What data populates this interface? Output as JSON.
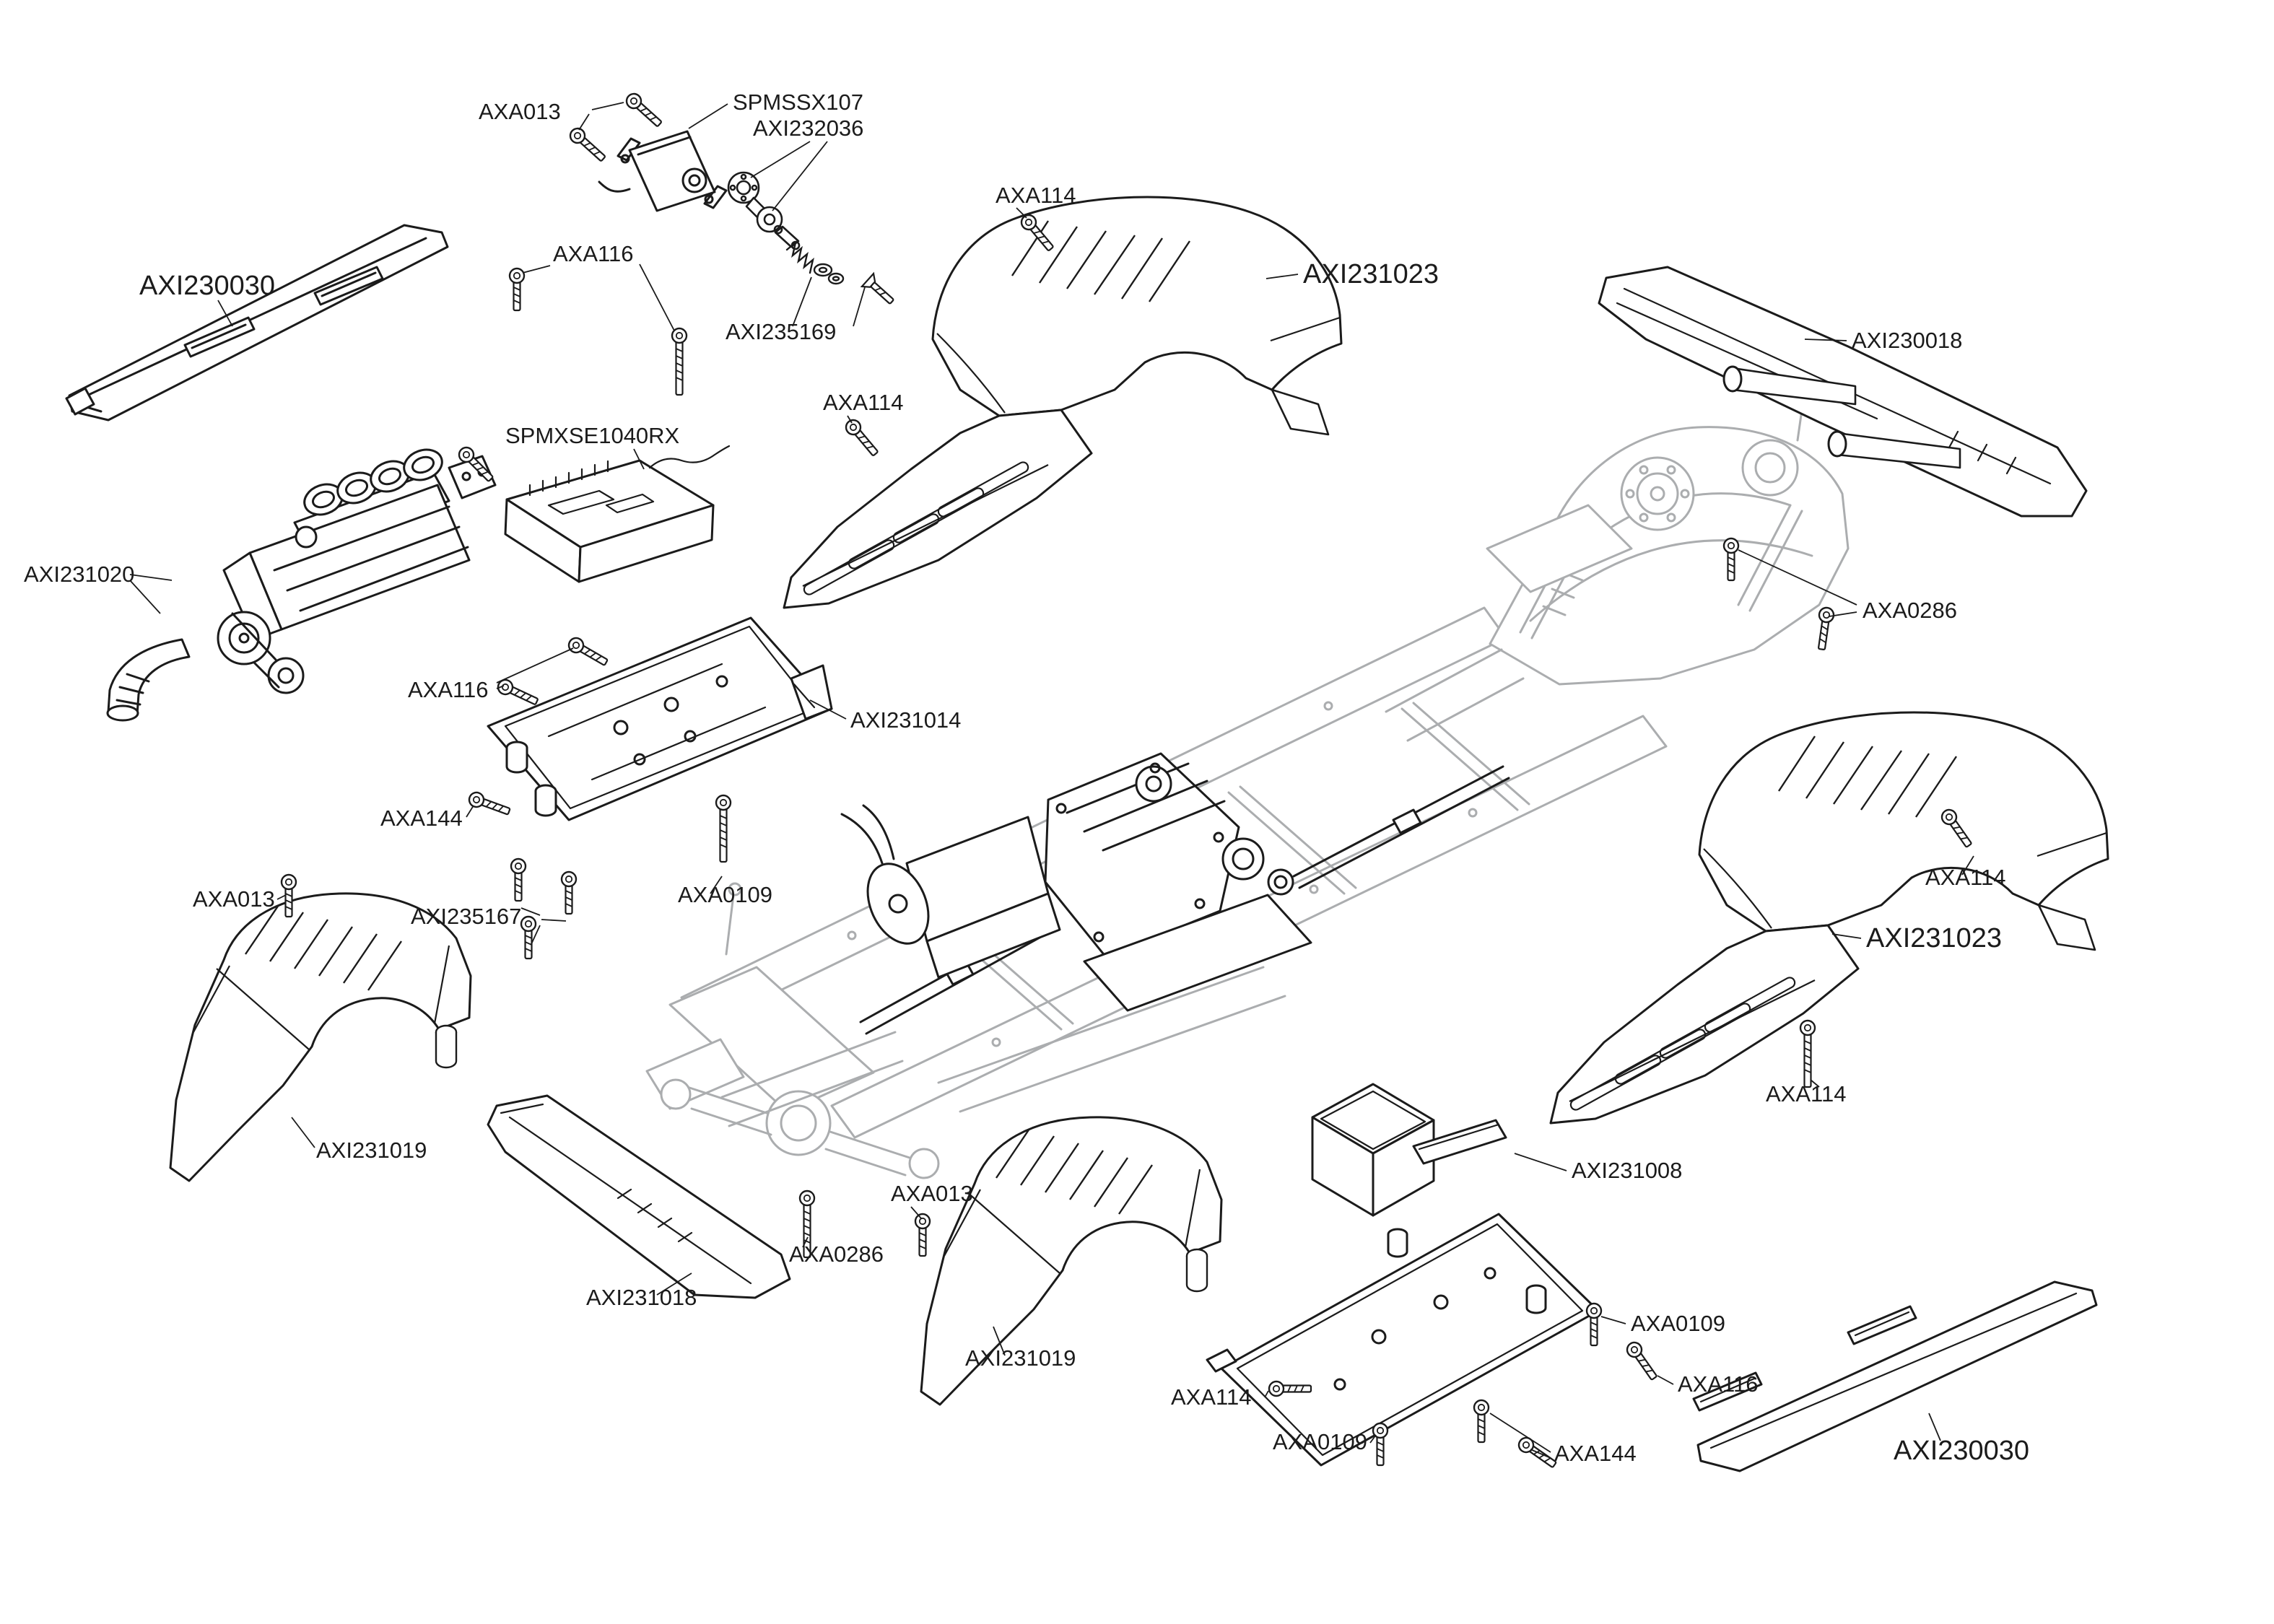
{
  "page": {
    "background": "#ffffff",
    "ink": "#1b1b1b",
    "faded_chassis": "#abadaf"
  },
  "labels": [
    {
      "text": "AXA013"
    },
    {
      "text": "SPMSSX107"
    },
    {
      "text": "AXI232036"
    },
    {
      "text": "AXA114"
    },
    {
      "text": "AXI231023"
    },
    {
      "text": "AXI230030"
    },
    {
      "text": "AXA116"
    },
    {
      "text": "AXI235169"
    },
    {
      "text": "AXI230018"
    },
    {
      "text": "AXA114"
    },
    {
      "text": "SPMXSE1040RX"
    },
    {
      "text": "AXI231020"
    },
    {
      "text": "AXA0286"
    },
    {
      "text": "AXA116"
    },
    {
      "text": "AXI231014"
    },
    {
      "text": "AXA144"
    },
    {
      "text": "AXA114"
    },
    {
      "text": "AXA0109"
    },
    {
      "text": "AXA013"
    },
    {
      "text": "AXI235167"
    },
    {
      "text": "AXI231023"
    },
    {
      "text": "AXA114"
    },
    {
      "text": "AXI231019"
    },
    {
      "text": "AXI231008"
    },
    {
      "text": "AXA013"
    },
    {
      "text": "AXA0286"
    },
    {
      "text": "AXI231018"
    },
    {
      "text": "AXA0109"
    },
    {
      "text": "AXI231019"
    },
    {
      "text": "AXA116"
    },
    {
      "text": "AXA114"
    },
    {
      "text": "AXA0109"
    },
    {
      "text": "AXA144"
    },
    {
      "text": "AXI230030"
    }
  ]
}
